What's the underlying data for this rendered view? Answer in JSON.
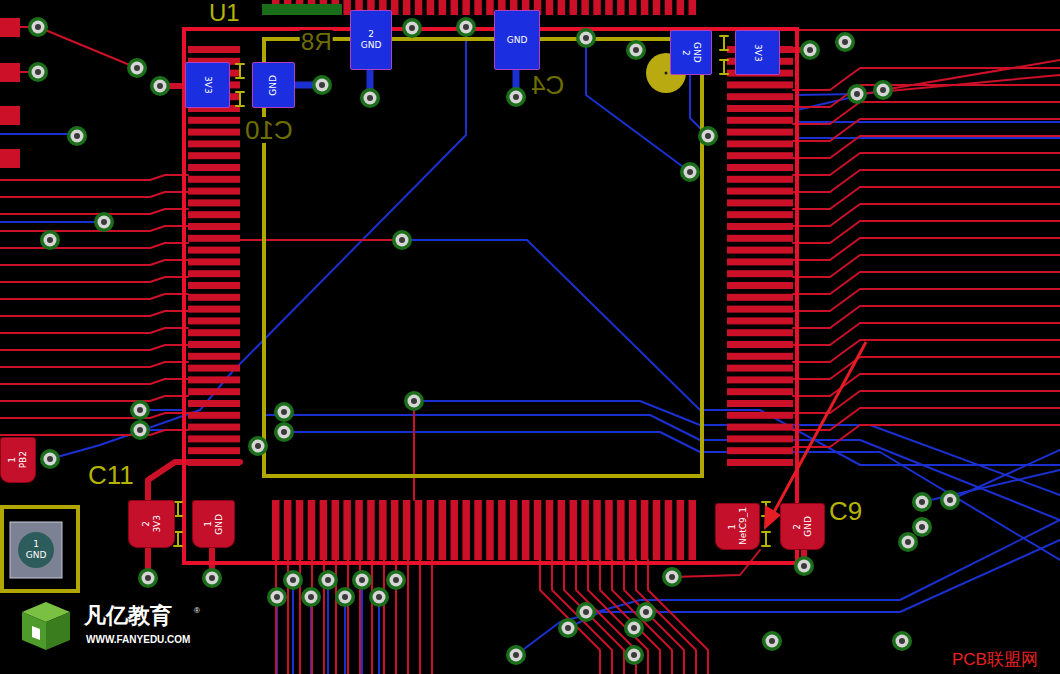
{
  "diagram": {
    "nodes": [
      {
        "text": [
          "2",
          "GND"
        ]
      },
      {
        "text": [
          "GND"
        ]
      },
      {
        "text": [
          "2",
          "GND"
        ]
      },
      {
        "text": [
          "3V3"
        ]
      },
      {
        "text": [
          "3V3"
        ]
      },
      {
        "text": [
          "GND"
        ]
      },
      {
        "text": [
          "1",
          "PB2"
        ]
      },
      {
        "text": [
          "2",
          "3V3"
        ]
      },
      {
        "text": [
          "1",
          "GND"
        ]
      },
      {
        "text": [
          "1",
          "NetC9_1"
        ]
      },
      {
        "text": [
          "2",
          "GND"
        ]
      },
      {
        "text": [
          "1",
          "GND"
        ]
      }
    ],
    "labels": [
      "U1",
      "R8",
      "C4",
      "C10",
      "C11",
      "C9",
      "凡亿教育",
      "®",
      "WWW.FANYEDU.COM",
      "PCB联盟网"
    ]
  }
}
